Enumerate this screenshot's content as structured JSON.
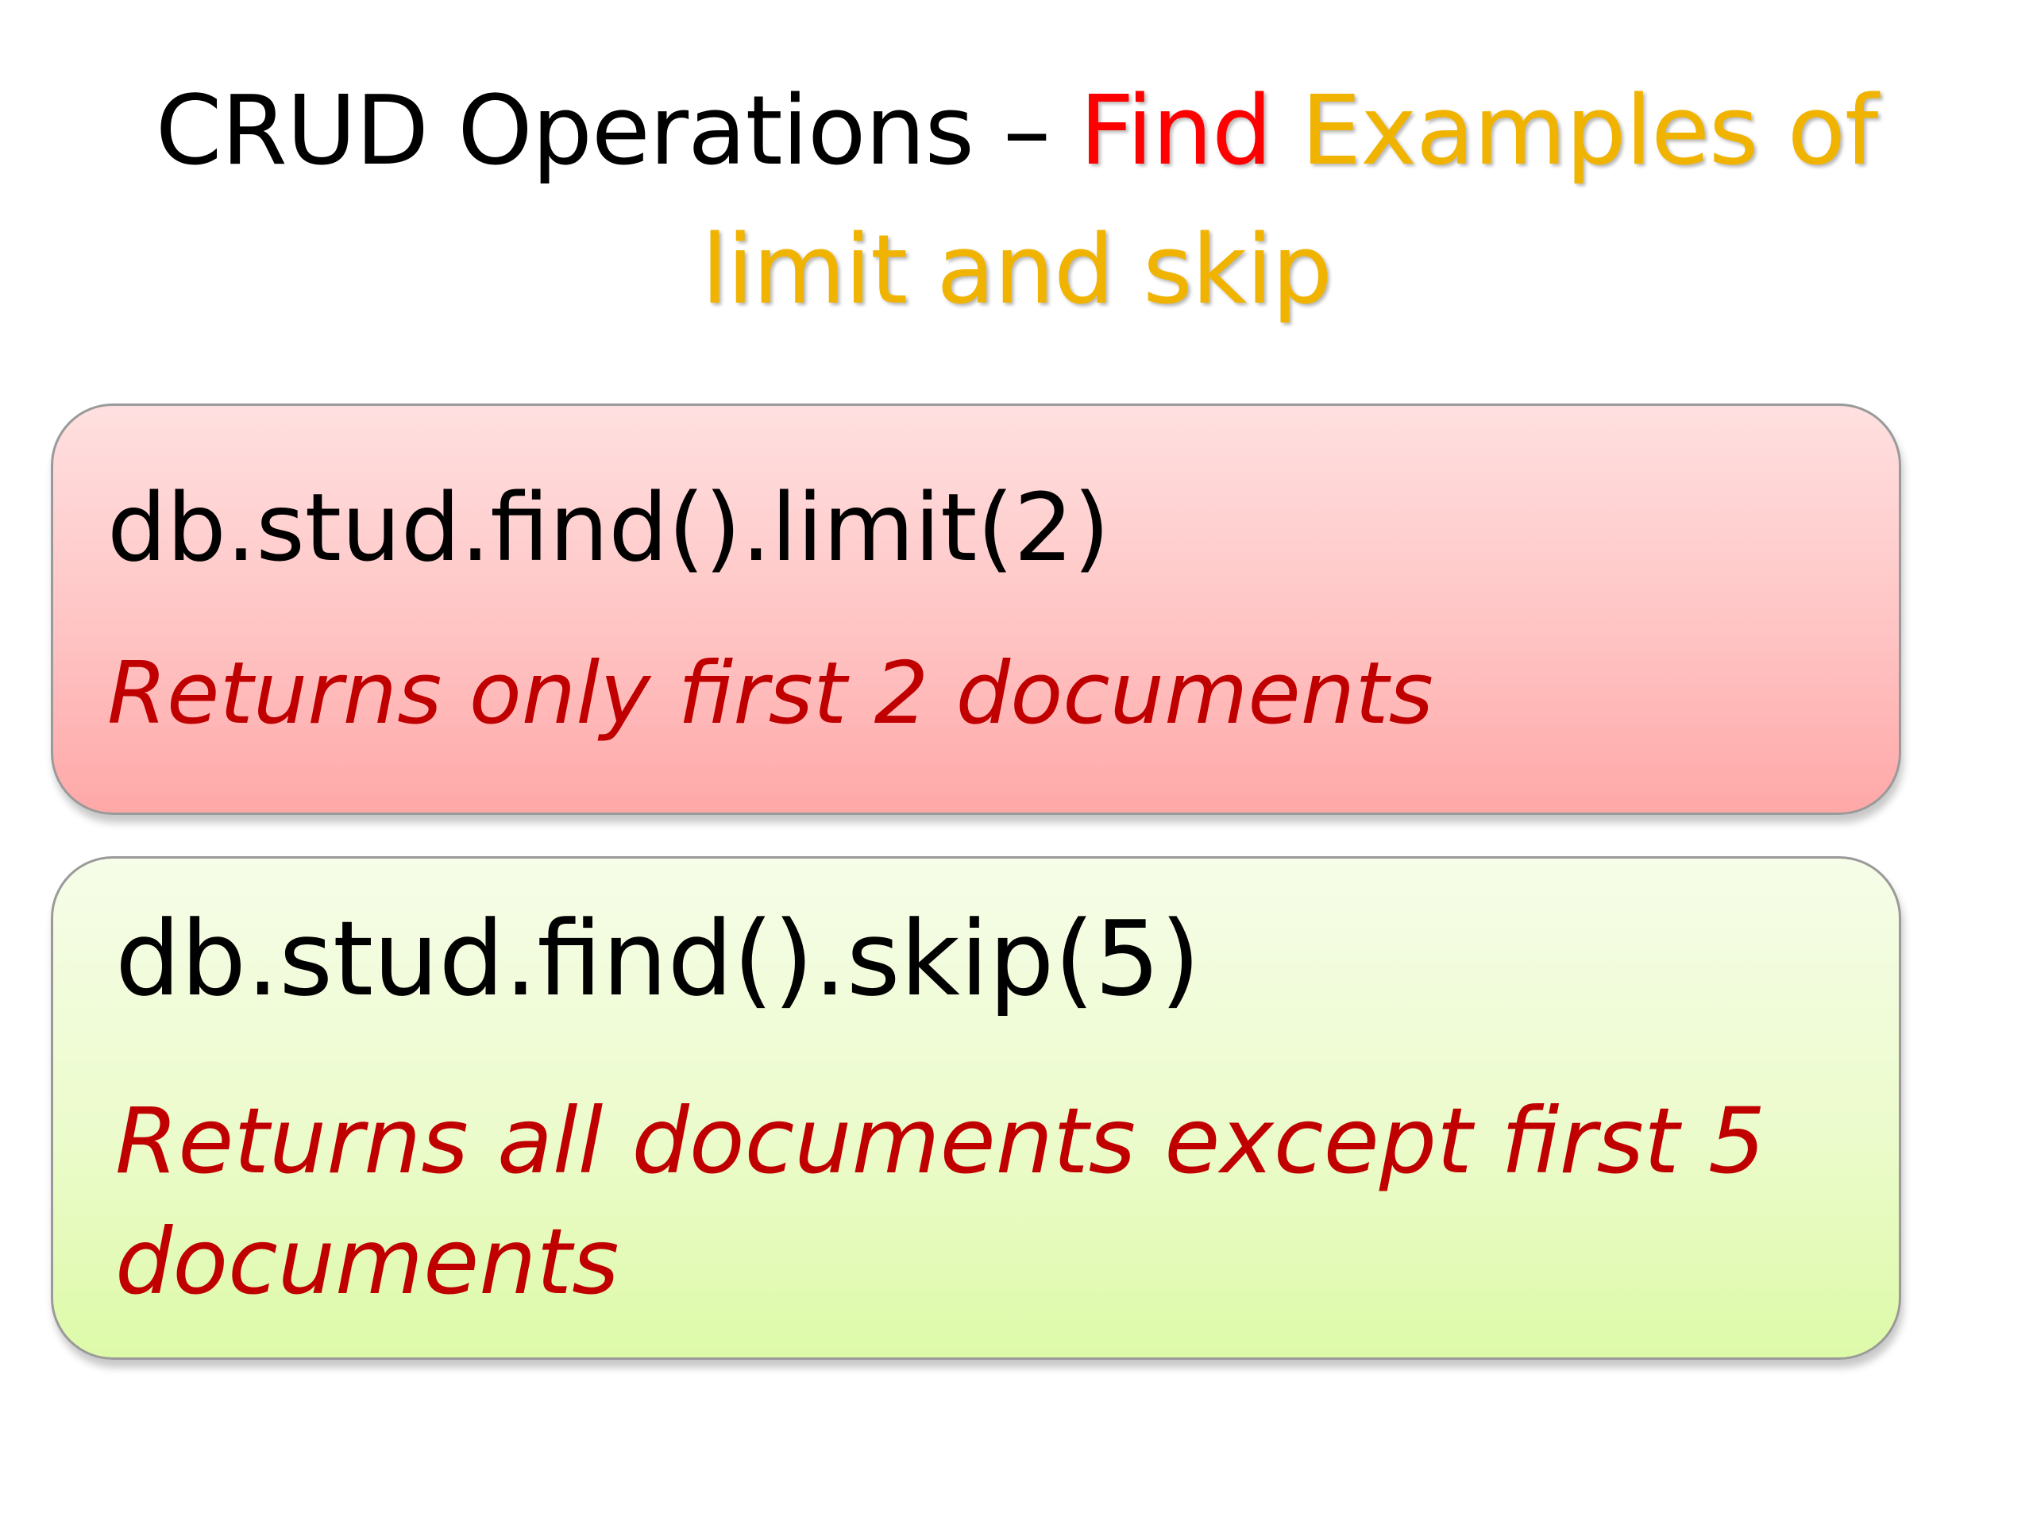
{
  "title": {
    "part_black": "CRUD Operations – ",
    "part_red": "Find",
    "part_yellow": " Examples of limit and skip"
  },
  "cards": {
    "limit": {
      "code": "db.stud.find().limit(2)",
      "description": "Returns only first 2 documents"
    },
    "skip": {
      "code": "db.stud.find().skip(5)",
      "description": "Returns all documents except first 5 documents"
    }
  },
  "colors": {
    "title_black": "#000000",
    "title_red": "#ff0000",
    "title_yellow": "#f0b400",
    "description_red": "#c00000",
    "limit_card_fill": "#ffc4c4",
    "skip_card_fill": "#ecfbcc"
  }
}
